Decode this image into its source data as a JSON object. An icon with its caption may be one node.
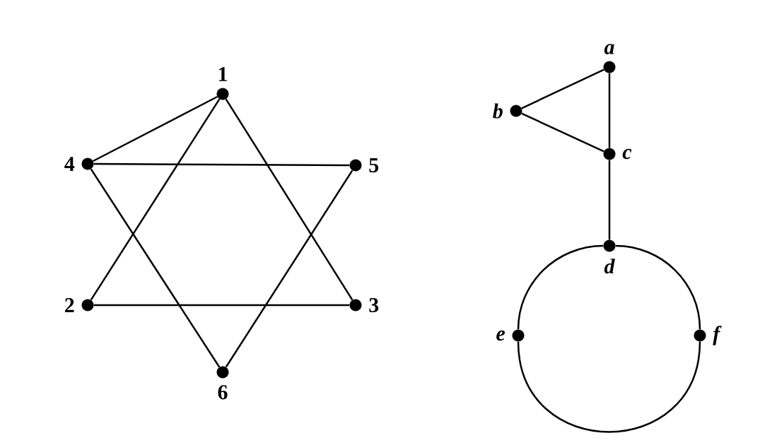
{
  "diagram": {
    "nodes": [
      {
        "text": [
          "1"
        ]
      },
      {
        "text": [
          "4"
        ]
      },
      {
        "text": [
          "5"
        ]
      },
      {
        "text": [
          "2"
        ]
      },
      {
        "text": [
          "3"
        ]
      },
      {
        "text": [
          "6"
        ]
      },
      {
        "text": [
          "a"
        ]
      },
      {
        "text": [
          "b"
        ]
      },
      {
        "text": [
          "c"
        ]
      },
      {
        "text": [
          "d"
        ]
      },
      {
        "text": [
          "e"
        ]
      },
      {
        "text": [
          "f"
        ]
      }
    ],
    "edges": [
      {
        "from": 0,
        "to": 1,
        "arrow": "none"
      },
      {
        "from": 0,
        "to": 3,
        "arrow": "none"
      },
      {
        "from": 0,
        "to": 4,
        "arrow": "none"
      },
      {
        "from": 1,
        "to": 2,
        "arrow": "none"
      },
      {
        "from": 1,
        "to": 5,
        "arrow": "none"
      },
      {
        "from": 2,
        "to": 5,
        "arrow": "none"
      },
      {
        "from": 3,
        "to": 4,
        "arrow": "none"
      },
      {
        "from": 6,
        "to": 7,
        "arrow": "none"
      },
      {
        "from": 6,
        "to": 8,
        "arrow": "none"
      },
      {
        "from": 7,
        "to": 8,
        "arrow": "none"
      },
      {
        "from": 8,
        "to": 9,
        "arrow": "none"
      },
      {
        "from": 9,
        "to": 10,
        "arrow": "none"
      },
      {
        "from": 10,
        "to": 11,
        "arrow": "none"
      },
      {
        "from": 11,
        "to": 9,
        "arrow": "none"
      }
    ]
  }
}
